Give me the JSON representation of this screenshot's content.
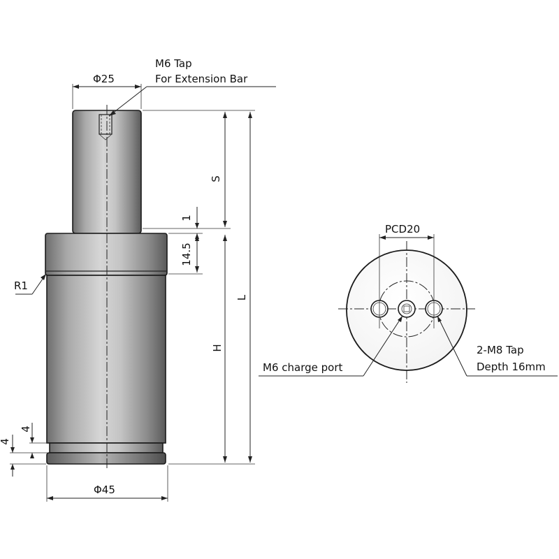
{
  "diagram": {
    "side_view": {
      "rod_tap": "M6 Tap",
      "rod_tap_purpose": "For Extension Bar",
      "rod_diameter": "Φ25",
      "body_diameter": "Φ45",
      "stroke": "S",
      "gap": "1",
      "collar_height": "14.5",
      "fillet_radius": "R1",
      "body_height": "H",
      "total_length": "L",
      "base_step_upper": "4",
      "base_step_lower": "4"
    },
    "bottom_view": {
      "pcd": "PCD20",
      "charge_port": "M6 charge port",
      "mount_tap": "2-M8 Tap",
      "mount_tap_depth": "Depth 16mm"
    }
  }
}
